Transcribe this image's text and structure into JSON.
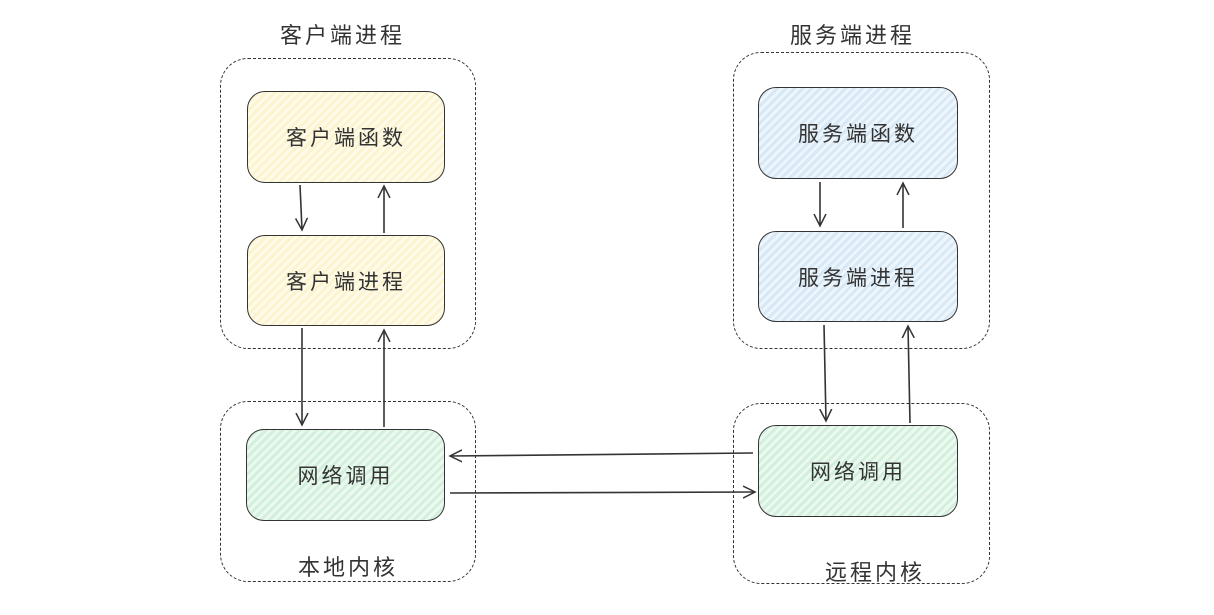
{
  "client_side": {
    "group_label": "客户端进程",
    "function_node": "客户端函数",
    "process_node": "客户端进程",
    "kernel_node": "网络调用",
    "kernel_label": "本地内核"
  },
  "server_side": {
    "group_label": "服务端进程",
    "function_node": "服务端函数",
    "process_node": "服务端进程",
    "kernel_node": "网络调用",
    "kernel_label": "远程内核"
  },
  "colors": {
    "client_fill": "#fff9db",
    "server_fill": "#e3f0fb",
    "network_fill": "#e2f6e8",
    "stroke": "#333333"
  }
}
